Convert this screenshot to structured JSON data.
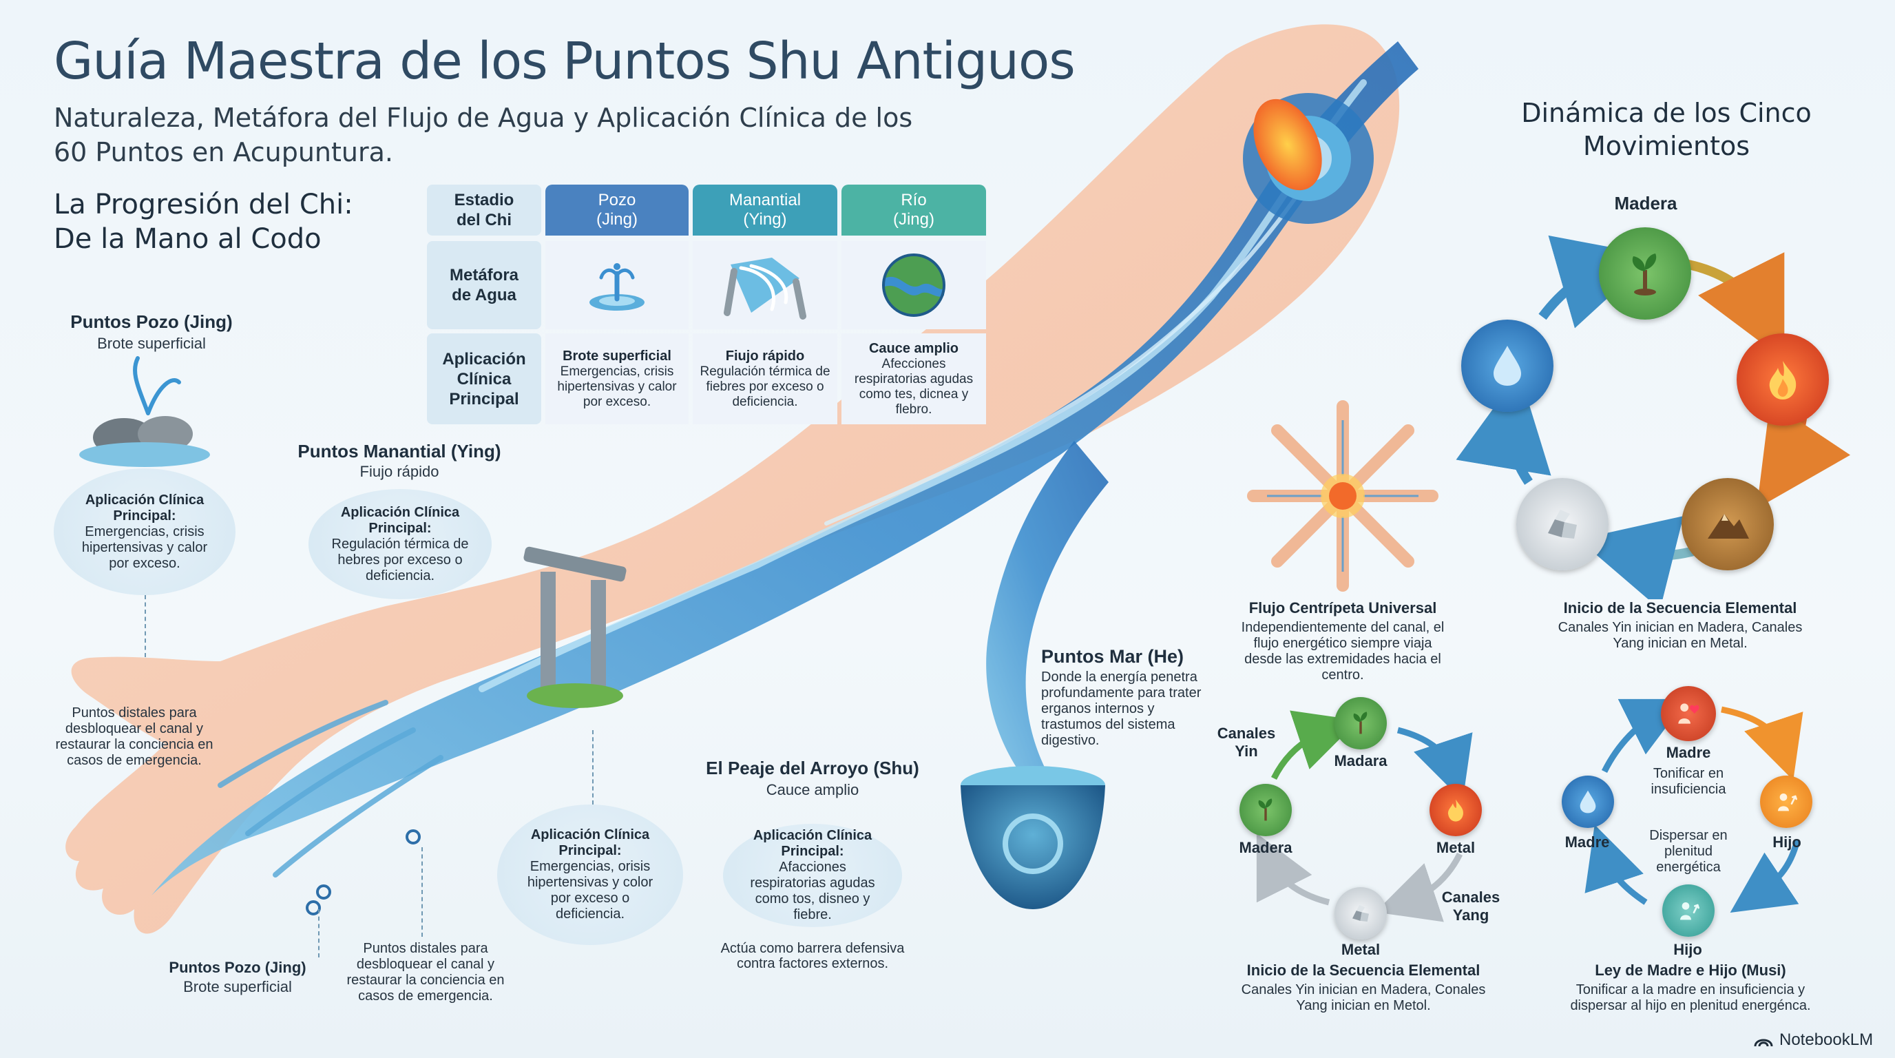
{
  "header": {
    "title": "Guía Maestra de los Puntos Shu Antiguos",
    "subtitle": "Naturaleza, Metáfora del Flujo de Agua y Aplicación Clínica de los 60 Puntos en Acupuntura."
  },
  "progression": {
    "heading_line1": "La Progresión del Chi:",
    "heading_line2": "De la Mano al Codo"
  },
  "table": {
    "col0": "Estadio del Chi",
    "col1_line1": "Pozo",
    "col1_line2": "(Jing)",
    "col2_line1": "Manantial",
    "col2_line2": "(Ying)",
    "col3_line1": "Río",
    "col3_line2": "(Jing)",
    "row1_label": "Metáfora de Agua",
    "row2_label": "Aplicación Clínica Principal",
    "c1_bold": "Brote superficial",
    "c1_text": "Emergencias, crisis hipertensivas y calor por exceso.",
    "c2_bold": "Fiujo rápido",
    "c2_text": "Regulación térmica de fiebres por exceso o deficiencia.",
    "c3_bold": "Cauce amplio",
    "c3_text": "Afecciones respiratorias agudas como tes, dicnea y flebro.",
    "colors": {
      "pozo": "#4a82c0",
      "manantial": "#3da0b8",
      "rio": "#4cb3a4"
    }
  },
  "left": {
    "pozo_title": "Puntos Pozo (Jing)",
    "pozo_sub": "Brote superficial",
    "pozo_bubble_h": "Aplicación Clínica Principal:",
    "pozo_bubble_t": "Emergencias, crisis hipertensivas y calor por exceso.",
    "manantial_title": "Puntos Manantial (Ying)",
    "manantial_sub": "Fiujo rápido",
    "manantial_bubble_h": "Aplicación Clínica Principal:",
    "manantial_bubble_t": "Regulación térmica de hebres por exceso o deficiencia.",
    "distal_note": "Puntos distales para desbloquear el canal y restaurar la conciencia en casos de emergencia.",
    "pozo2_title": "Puntos Pozo (Jing)",
    "pozo2_sub": "Brote superficial",
    "distal_note2": "Puntos distales para desbloquear el canal y restaurar la conciencia en casos de emergencia.",
    "center_bubble_h": "Aplicación Clínica Principal:",
    "center_bubble_t": "Emergencias, orisis hipertensivas y color por exceso o deficiencia.",
    "shu_title": "El Peaje del Arroyo (Shu)",
    "shu_sub": "Cauce amplio",
    "shu_bubble_h": "Aplicación Clínica Principal:",
    "shu_bubble_t": "Afacciones respiratorias agudas como tos, disneo y fiebre.",
    "shu_note": "Actúa como barrera defensiva contra factores externos.",
    "mar_title": "Puntos Mar (He)",
    "mar_text": "Donde la energía penetra profundamente para trater erganos internos y trastumos del sistema digestivo."
  },
  "centripetal": {
    "title": "Flujo Centrípeta Universal",
    "text": "Independientemente del canal, el flujo energético siempre viaja desde las extremidades hacia el centro."
  },
  "cinco": {
    "heading": "Dinámica de los Cinco Movimientos",
    "madera": "Madera",
    "sequence_title": "Inicio de la Secuencia Elemental",
    "sequence_text": "Canales Yin inician en Madera, Canales Yang inician en Metal."
  },
  "cycle2": {
    "canales_yin": "Canales Yin",
    "madara": "Madara",
    "madera": "Madera",
    "metal_right": "Metal",
    "canales_yang": "Canales Yang",
    "metal_bottom": "Metal",
    "title": "Inicio de la Secuencia Elemental",
    "text": "Canales Yin inician en Madera, Conales Yang inician en Metol."
  },
  "musi": {
    "madre_top": "Madre",
    "tonificar": "Tonificar en insuficiencia",
    "dispersar": "Dispersar en plenitud energética",
    "madre_left": "Madre",
    "hijo_right": "Hijo",
    "hijo_bottom": "Hijo",
    "title": "Ley de Madre e Hijo (Musi)",
    "text": "Tonificar a la madre en insuficiencia y dispersar al hijo en plenitud energénca."
  },
  "footer": {
    "brand": "NotebookLM"
  }
}
